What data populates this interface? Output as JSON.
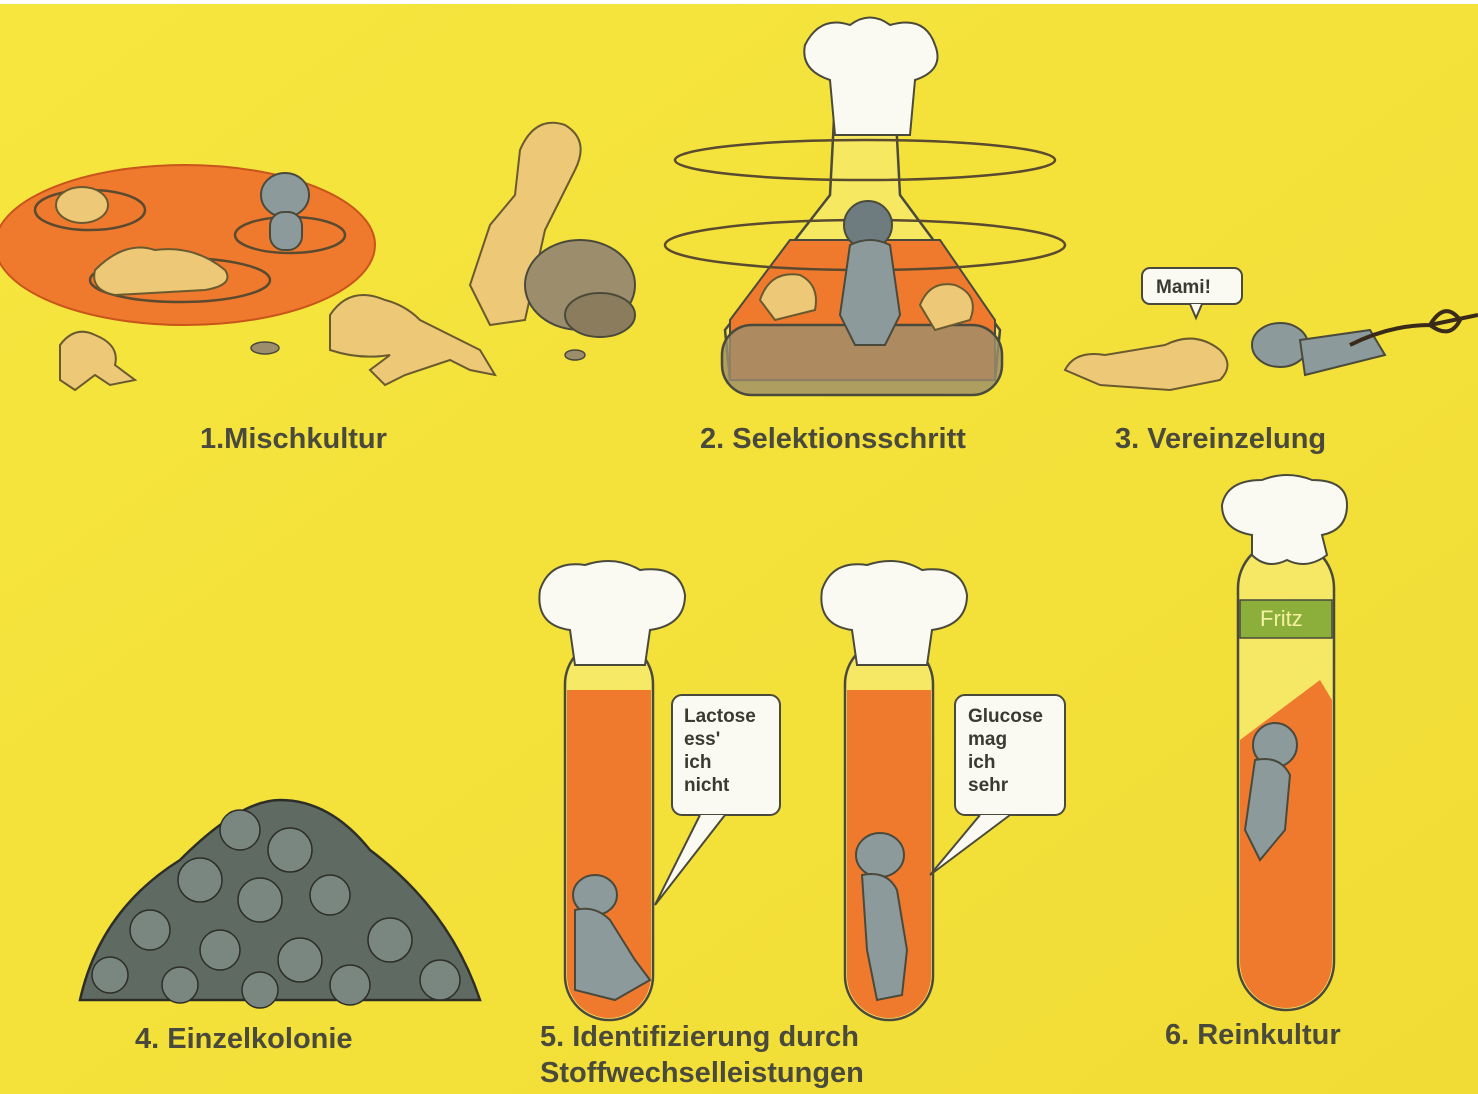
{
  "captions": {
    "step1": "1.Mischkultur",
    "step2": "2. Selektionsschritt",
    "step3": "3. Vereinzelung",
    "step4": "4. Einzelkolonie",
    "step5_line1": "5. Identifizierung  durch",
    "step5_line2": "Stoffwechselleistungen",
    "step6": "6. Reinkultur"
  },
  "bubbles": {
    "mami": "Mami!",
    "lactose": [
      "Lactose",
      "ess'",
      "ich",
      "nicht"
    ],
    "glucose": [
      "Glucose",
      "mag",
      "ich",
      "sehr"
    ]
  },
  "tube_label": "Fritz",
  "colors": {
    "background": "#f4e23a",
    "medium_orange": "#ef7a2e",
    "grey_bacterium": "#8c9a9c",
    "beige_bacterium": "#edc877",
    "cotton_plug": "#fafaf2",
    "label_green": "#8cae3a",
    "ink": "#4a4a3c"
  }
}
